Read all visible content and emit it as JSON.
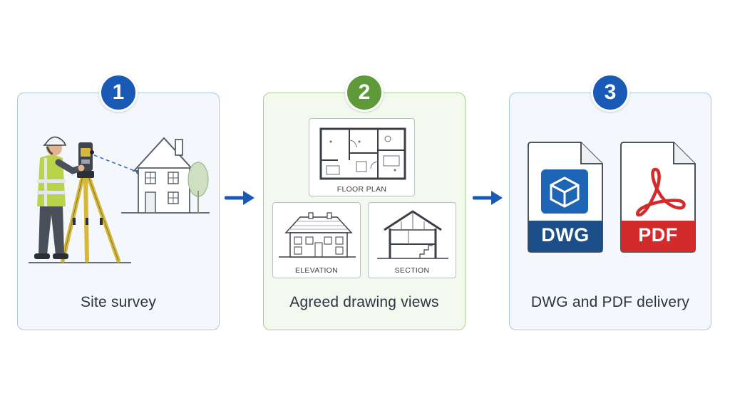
{
  "steps": [
    {
      "number": "1",
      "caption": "Site survey"
    },
    {
      "number": "2",
      "caption": "Agreed drawing views"
    },
    {
      "number": "3",
      "caption": "DWG and PDF delivery"
    }
  ],
  "views": {
    "floor_plan": "FLOOR PLAN",
    "elevation": "ELEVATION",
    "section": "SECTION"
  },
  "files": {
    "dwg": "DWG",
    "pdf": "PDF"
  },
  "colors": {
    "step_blue": "#1a5ab7",
    "step_green": "#5e9a3a",
    "dwg_blue": "#1c4e8a",
    "pdf_red": "#d32b2b"
  },
  "icons": [
    "surveyor-illustration",
    "house-illustration",
    "arrow-right-icon",
    "floor-plan-drawing",
    "elevation-drawing",
    "section-drawing",
    "dwg-file-icon",
    "pdf-file-icon"
  ]
}
